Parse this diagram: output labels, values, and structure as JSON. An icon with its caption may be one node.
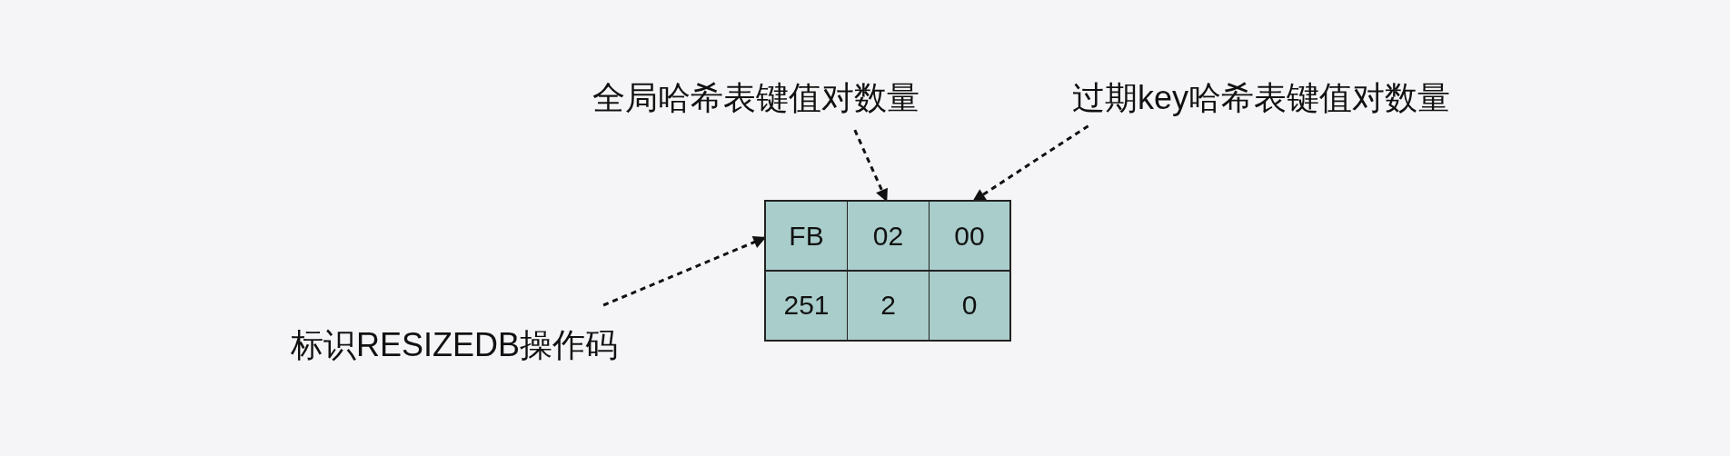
{
  "diagram": {
    "nodes": [
      {
        "text": [
          "全局哈希表键值对数量"
        ]
      },
      {
        "text": [
          "过期key哈希表键值对数量"
        ]
      },
      {
        "text": [],
        "shape": "box"
      },
      {
        "text": [
          "FB"
        ],
        "in": 2
      },
      {
        "text": [
          "02"
        ],
        "in": 2
      },
      {
        "text": [
          "00"
        ],
        "in": 2
      },
      {
        "text": [
          "251"
        ],
        "in": 2
      },
      {
        "text": [
          "2"
        ],
        "in": 2
      },
      {
        "text": [
          "0"
        ],
        "in": 2
      },
      {
        "text": [
          "标识RESIZEDB操作码"
        ]
      }
    ],
    "edges": [
      {
        "from": 0,
        "to": 4,
        "arrow": "to",
        "style": "dashed"
      },
      {
        "from": 1,
        "to": 5,
        "arrow": "to",
        "style": "dashed"
      },
      {
        "from": 9,
        "to": 3,
        "arrow": "to",
        "style": "dashed"
      }
    ]
  }
}
